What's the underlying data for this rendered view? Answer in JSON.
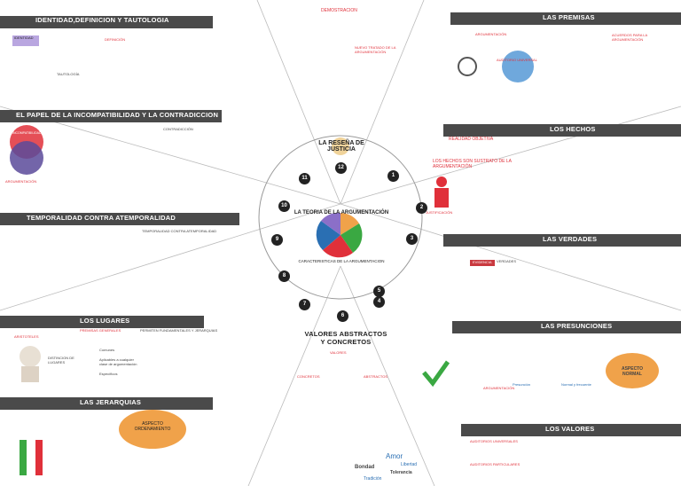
{
  "center": {
    "title": "LA TEORIA DE LA ARGUMENTACIÓN",
    "subtitle": "CARACTERISTICAS DE LA ARGUMENTACION",
    "top_title": "LA RESEÑA DE JUSTICIA"
  },
  "sections": {
    "s1": "IDENTIDAD,DEFINICION Y TAUTOLOGIA",
    "s2": "EL PAPEL DE LA INCOMPATIBILIDAD Y LA CONTRADICCION",
    "s3": "TEMPORALIDAD CONTRA ATEMPORALIDAD",
    "s4": "LOS LUGARES",
    "s5": "LAS JERARQUIAS",
    "s6": "VALORES ABSTRACTOS Y CONCRETOS",
    "s7": "LOS VALORES",
    "s8": "LAS PRESUNCIONES",
    "s9": "LAS VERDADES",
    "s10": "LOS HECHOS",
    "s11": "LAS PREMISAS",
    "s12": "DEMOSTRACION"
  },
  "numbers": [
    "1",
    "2",
    "3",
    "4",
    "5",
    "6",
    "7",
    "8",
    "9",
    "10",
    "11",
    "12"
  ],
  "labels": {
    "premisas_arg": "ARGUMENTACIÓN",
    "auditorio": "AUDITORIO UNIVERSAL",
    "acuerdos": "ACUERDOS PARA LA ARGUMENTACIÓN",
    "realidad": "REALIDAD OBJETIVA",
    "hechos_sub": "LOS HECHOS SON SUSTRATO DE LA ARGUMENTACIÓN",
    "justificacion": "JUSTIFICACIÓN",
    "aspecto_normal": "ASPECTO NORMAL",
    "aspecto_ord": "ASPECTO ORDENAMIENTO",
    "aristoteles": "ARISTOTELES",
    "distincion": "DISTINCION DE LUGARES",
    "valores": "VALORES",
    "concretos": "CONCRETOS",
    "abstractos": "ABSTRACTOS",
    "amor": "Amor",
    "bondad": "Bondad",
    "tradicion": "Tradición",
    "tolerancia": "Tolerancia",
    "libertad": "Libertad",
    "presuncion": "Presunción",
    "normal": "Normal y frecuente",
    "evidencia": "EVIDENCIA",
    "verdades": "VERDADES",
    "argumentacion_t": "ARGUMENTACIÓN",
    "incompat": "INCOMPATIBILIDAD",
    "contrad": "CONTRADICCIÓN",
    "temporal": "TEMPORALIDAD CONTRA ATEMPORALIDAD",
    "comunes": "Comunes",
    "aplicables": "Aplicables a cualquier clase de argumentación",
    "especificos": "Específicos",
    "auditorios": "AUDITORIOS UNIVERSALES",
    "auditorios_part": "AUDITORIOS PARTICULARES",
    "demostracion": "DEMOSTRACION",
    "nuevo_tratado": "NUEVO TRATADO DE LA ARGUMENTACIÓN",
    "premisas_gen": "PREMISAS GENERALES",
    "premisas_fund": "PERMITEN FUNDAMENTALES Y JERARQUIAS",
    "identidad": "IDENTIDAD",
    "definicion": "DEFINICIÓN",
    "tautologia": "TAUTOLOGÍA"
  },
  "colors": {
    "band": "#4a4a4a",
    "red": "#e0303a",
    "blue": "#2a6fb3",
    "green": "#3aa842",
    "orange": "#f0a24a",
    "purple": "#8b6fc8"
  }
}
